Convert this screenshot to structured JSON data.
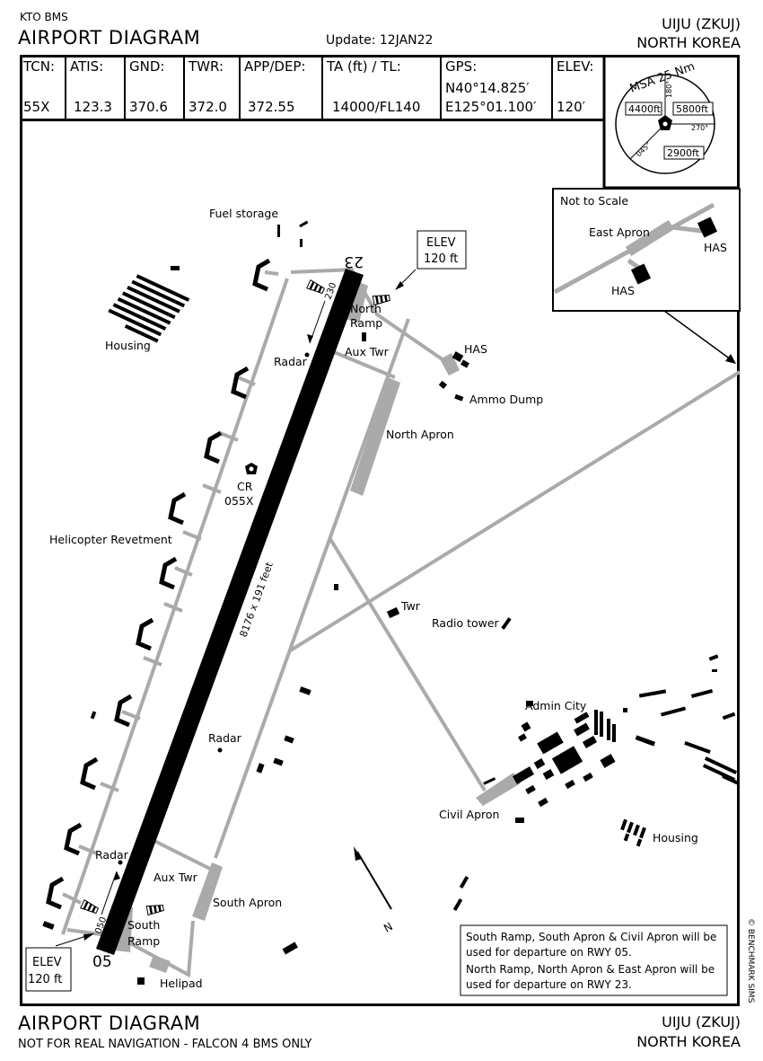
{
  "header": {
    "org": "KTO BMS",
    "title": "AIRPORT DIAGRAM",
    "update": "Update: 12JAN22",
    "airport": "UIJU (ZKUJ)",
    "country": "NORTH KOREA"
  },
  "info": [
    {
      "label": "TCN:",
      "value": "55X"
    },
    {
      "label": "ATIS:",
      "value": "123.3"
    },
    {
      "label": "GND:",
      "value": "370.6"
    },
    {
      "label": "TWR:",
      "value": "372.0"
    },
    {
      "label": "APP/DEP:",
      "value": "372.55"
    },
    {
      "label": "TA (ft) / TL:",
      "value": "14000/FL140"
    },
    {
      "label": "GPS:",
      "value": "N40°14.825′",
      "value2": "E125°01.100′"
    },
    {
      "label": "ELEV:",
      "value": "120′"
    }
  ],
  "msa": {
    "title": "MSA 25 Nm",
    "alt_nw": "4400ft",
    "alt_ne": "5800ft",
    "alt_s": "2900ft",
    "brg_180": "180°",
    "brg_270": "270°",
    "brg_045": "045°"
  },
  "inset": {
    "title": "Not to Scale",
    "east_apron": "East Apron",
    "has1": "HAS",
    "has2": "HAS"
  },
  "labels": {
    "fuel_storage": "Fuel storage",
    "housing_nw": "Housing",
    "north_ramp": "North",
    "north_ramp2": "Ramp",
    "aux_twr_n": "Aux Twr",
    "has": "HAS",
    "ammo_dump": "Ammo Dump",
    "radar_n": "Radar",
    "north_apron": "North Apron",
    "cr": "CR",
    "cr_freq": "055X",
    "heli_revet": "Helicopter Revetment",
    "runway_dims": "8176 x 191 feet",
    "twr": "Twr",
    "radio_tower": "Radio tower",
    "admin_city": "Admin City",
    "radar_mid": "Radar",
    "civil_apron": "Civil Apron",
    "housing_se": "Housing",
    "radar_s": "Radar",
    "aux_twr_s": "Aux Twr",
    "south_apron": "South Apron",
    "south_ramp": "South",
    "south_ramp2": "Ramp",
    "helipad": "Helipad",
    "rwy05": "05",
    "rwy23": "23",
    "hdg230": "230",
    "hdg050": "050",
    "north": "N",
    "elev_top": "ELEV",
    "elev_top2": "120 ft",
    "elev_bot": "ELEV",
    "elev_bot2": "120 ft"
  },
  "note": {
    "line1": "South Ramp, South Apron & Civil Apron will be",
    "line2": "used for departure on RWY 05.",
    "line3": "North Ramp, North Apron & East Apron will be",
    "line4": "used for departure on RWY 23."
  },
  "footer": {
    "title": "AIRPORT DIAGRAM",
    "disclaimer": "NOT FOR REAL NAVIGATION - FALCON 4 BMS ONLY",
    "airport": "UIJU (ZKUJ)",
    "country": "NORTH KOREA",
    "copyright": "© BENCHMARK SIMS"
  }
}
